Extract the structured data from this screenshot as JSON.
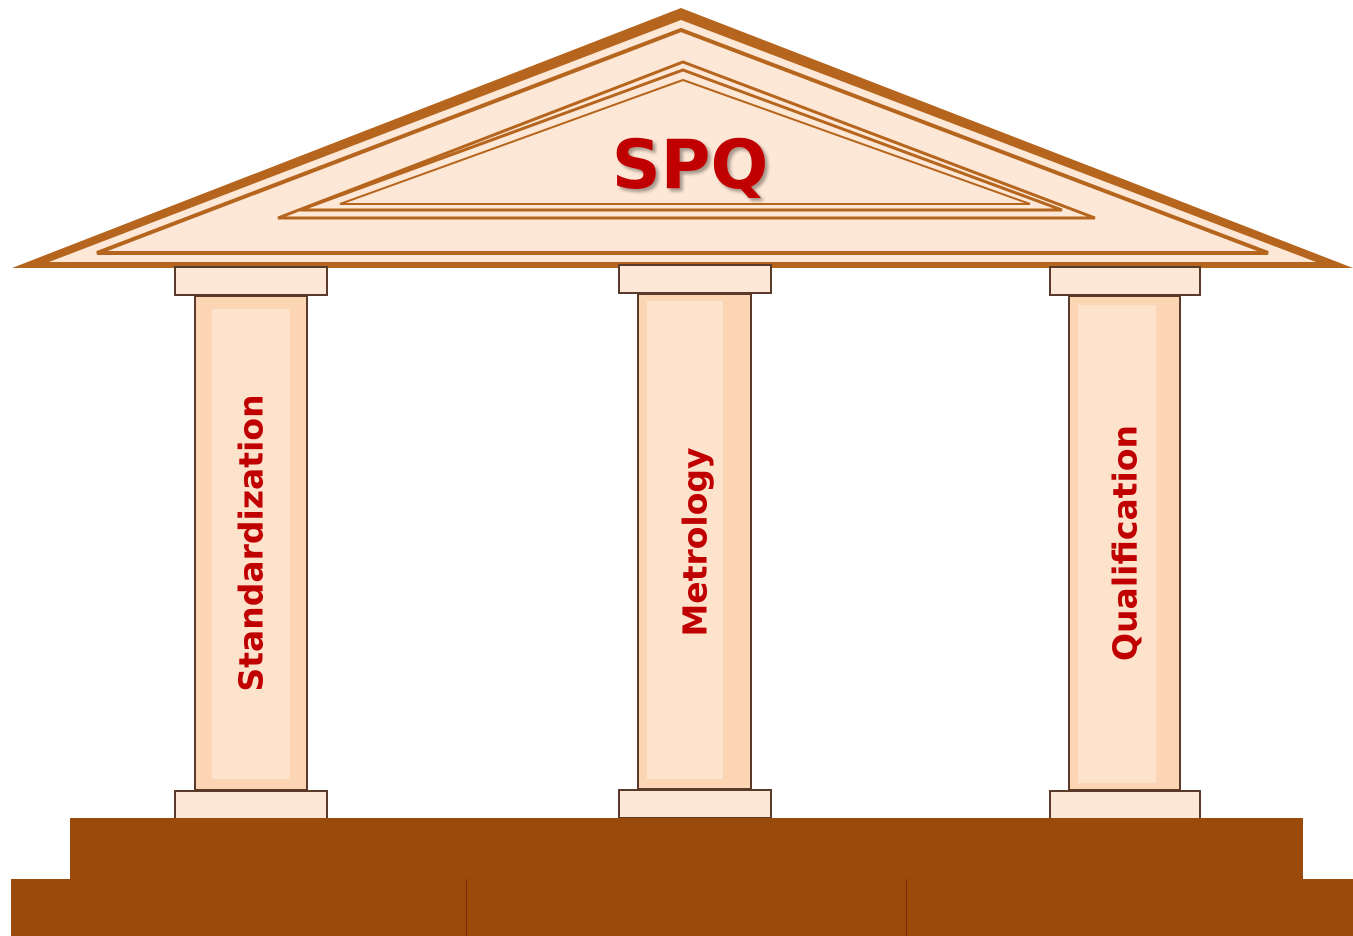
{
  "diagram": {
    "roof": {
      "title": "SPQ"
    },
    "pillars": [
      {
        "label": "Standardization"
      },
      {
        "label": "Metrology"
      },
      {
        "label": "Qualification"
      }
    ]
  },
  "colors": {
    "roof_outline": "#b5651d",
    "roof_fill": "#fde7d6",
    "pillar_fill": "#fcd5b4",
    "base": "#9a4a0b",
    "text": "#c00000"
  }
}
